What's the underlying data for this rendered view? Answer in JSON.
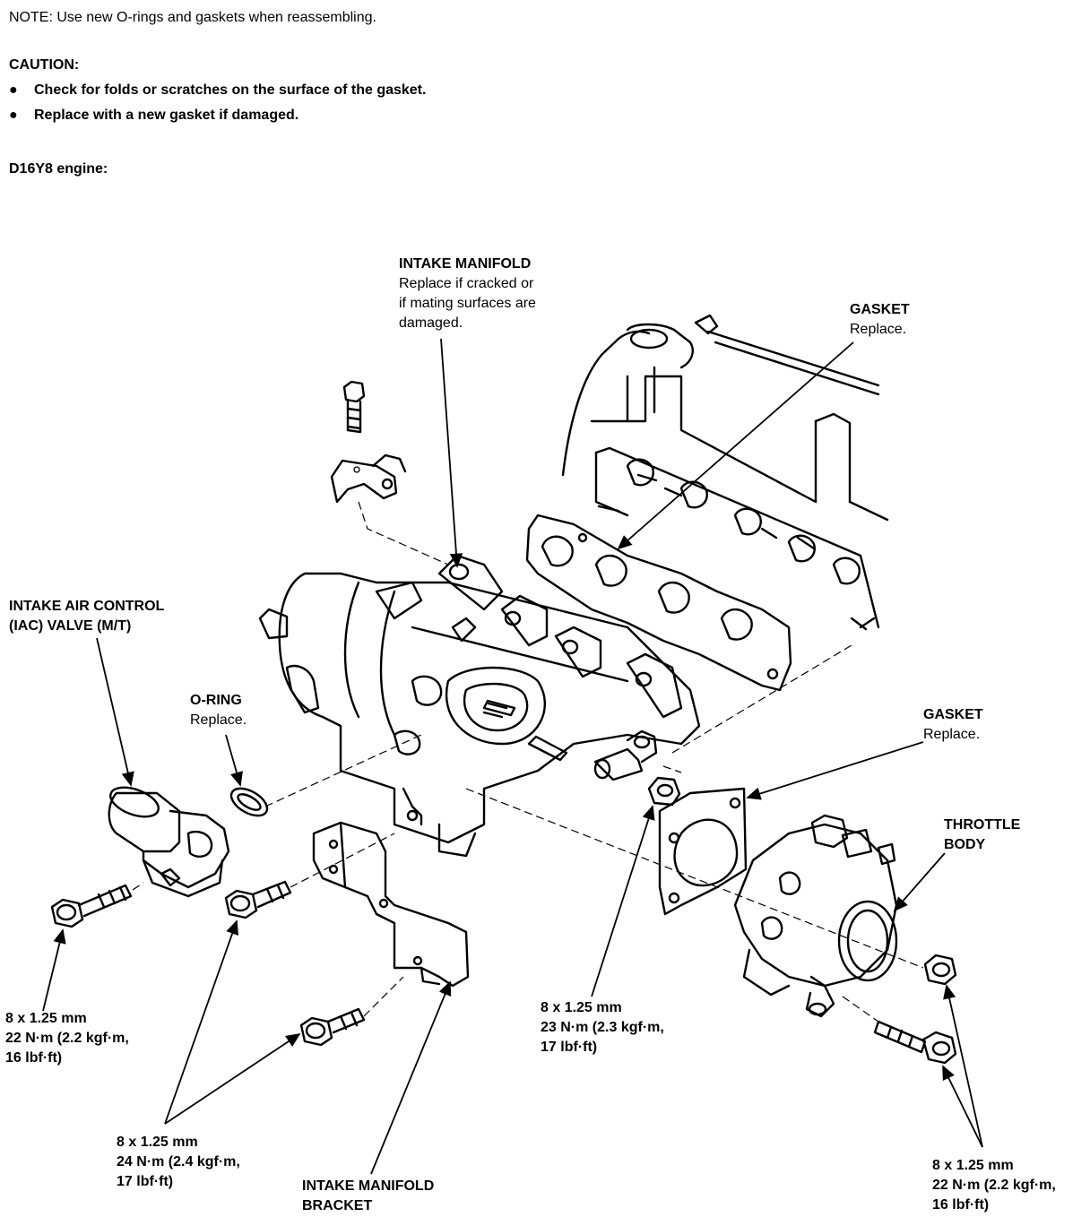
{
  "header": {
    "note": "NOTE:  Use new O-rings and gaskets when reassembling.",
    "caution_title": "CAUTION:",
    "caution_items": [
      "Check for folds or scratches on the surface of the gasket.",
      "Replace with a new gasket if damaged."
    ],
    "bullet_symbol": "●",
    "engine_label": "D16Y8 engine:"
  },
  "callouts": {
    "intake_manifold": {
      "title": "INTAKE MANIFOLD",
      "lines": [
        "Replace if cracked or",
        "if mating surfaces are",
        "damaged."
      ]
    },
    "gasket_head": {
      "title": "GASKET",
      "lines": [
        "Replace."
      ]
    },
    "iac_valve": {
      "title": "INTAKE AIR CONTROL",
      "lines": [
        "(IAC) VALVE (M/T)"
      ]
    },
    "o_ring": {
      "title": "O-RING",
      "lines": [
        "Replace."
      ]
    },
    "gasket_throttle": {
      "title": "GASKET",
      "lines": [
        "Replace."
      ]
    },
    "throttle_body": {
      "title": "THROTTLE",
      "lines": [
        "BODY"
      ]
    },
    "torque_iac": {
      "lines": [
        "8 x 1.25 mm",
        "22 N·m (2.2 kgf·m,",
        "16 lbf·ft)"
      ]
    },
    "torque_bracket": {
      "lines": [
        "8 x 1.25 mm",
        "24 N·m (2.4 kgf·m,",
        "17 lbf·ft)"
      ]
    },
    "torque_throttle_nut": {
      "lines": [
        "8 x 1.25 mm",
        "23 N·m (2.3 kgf·m,",
        "17 lbf·ft)"
      ]
    },
    "torque_throttle_bolt": {
      "lines": [
        "8 x 1.25 mm",
        "22 N·m (2.2 kgf·m,",
        "16 lbf·ft)"
      ]
    },
    "bracket": {
      "title": "INTAKE MANIFOLD",
      "lines": [
        "BRACKET"
      ]
    }
  }
}
